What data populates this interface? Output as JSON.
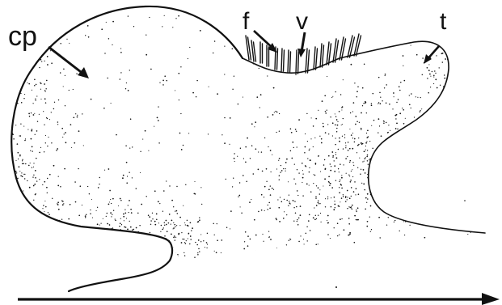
{
  "figure": {
    "labels": {
      "cp": "cp",
      "f": "f",
      "v": "v",
      "t": "t"
    },
    "colors": {
      "ink": "#111111",
      "background": "#ffffff"
    },
    "arrow_direction": "right"
  }
}
